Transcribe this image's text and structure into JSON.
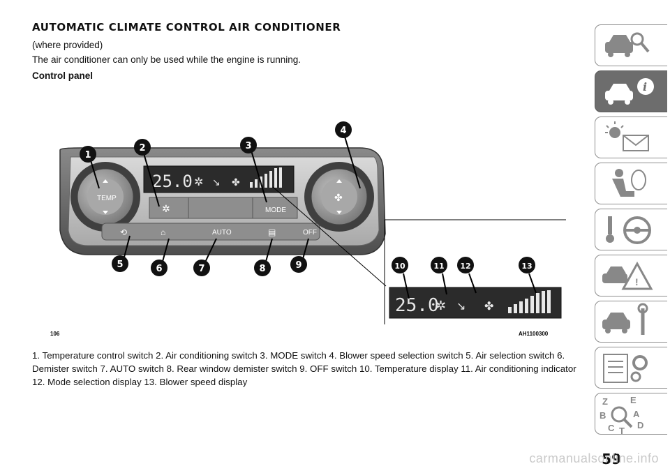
{
  "heading": "AUTOMATIC CLIMATE CONTROL AIR CONDITIONER",
  "where_provided": "(where provided)",
  "intro": "The air conditioner can only be used while the engine is running.",
  "section": "Control panel",
  "figure": {
    "fig_no": "106",
    "code": "AH1100300",
    "temp_display": "25.0",
    "buttons": {
      "temp": "TEMP",
      "mode": "MODE",
      "auto": "AUTO",
      "off": "OFF"
    },
    "callouts": [
      "1",
      "2",
      "3",
      "4",
      "5",
      "6",
      "7",
      "8",
      "9",
      "10",
      "11",
      "12",
      "13"
    ]
  },
  "caption": "1. Temperature control switch  2. Air conditioning switch  3. MODE switch  4. Blower speed selection switch  5. Air selection switch  6. Demister switch  7. AUTO switch  8. Rear window demister switch  9. OFF switch  10. Temperature display  11. Air conditioning indicator  12. Mode selection display  13. Blower speed display",
  "tabs": [
    "car-search-icon",
    "car-info-icon",
    "warning-lights-icon",
    "seat-airbag-icon",
    "key-steering-icon",
    "car-warning-triangle-icon",
    "car-wrench-icon",
    "specs-gear-icon",
    "index-magnifier-icon"
  ],
  "page_number": "59",
  "watermark": "carmanualsonline.info"
}
